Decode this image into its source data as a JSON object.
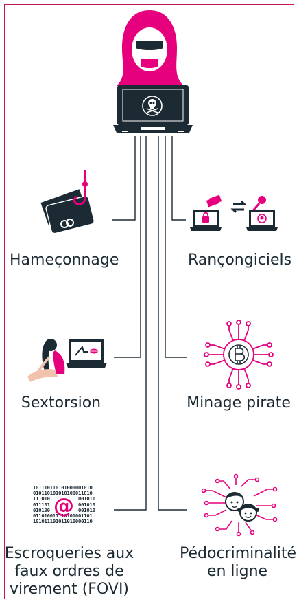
{
  "colors": {
    "pink": "#e6007e",
    "navy": "#1b2a33",
    "line": "#1b2a33"
  },
  "labels": {
    "phishing": "Hameçonnage",
    "ransomware": "Rançongiciels",
    "sextortion": "Sextorsion",
    "mining": "Minage pirate",
    "fovi": "Escroqueries aux\nfaux ordres de\nvirement (FOVI)",
    "child_abuse": "Pédocriminalité\nen ligne"
  },
  "binary_block": "101110110101000001010\n010110101010100011010\n111010          001011\n011101          001010\n010100          001010\n011010011110101001101\n101011101011010000110",
  "icons": {
    "hacker": "hooded-hacker-icon",
    "skull": "skull-crossbones-icon",
    "phishing": "credit-card-hook-icon",
    "ransomware": "laptop-lock-key-icon",
    "sextortion": "laptop-webcam-icon",
    "mining": "bitcoin-circuit-icon",
    "fovi": "binary-at-icon",
    "child_abuse": "children-network-icon"
  }
}
